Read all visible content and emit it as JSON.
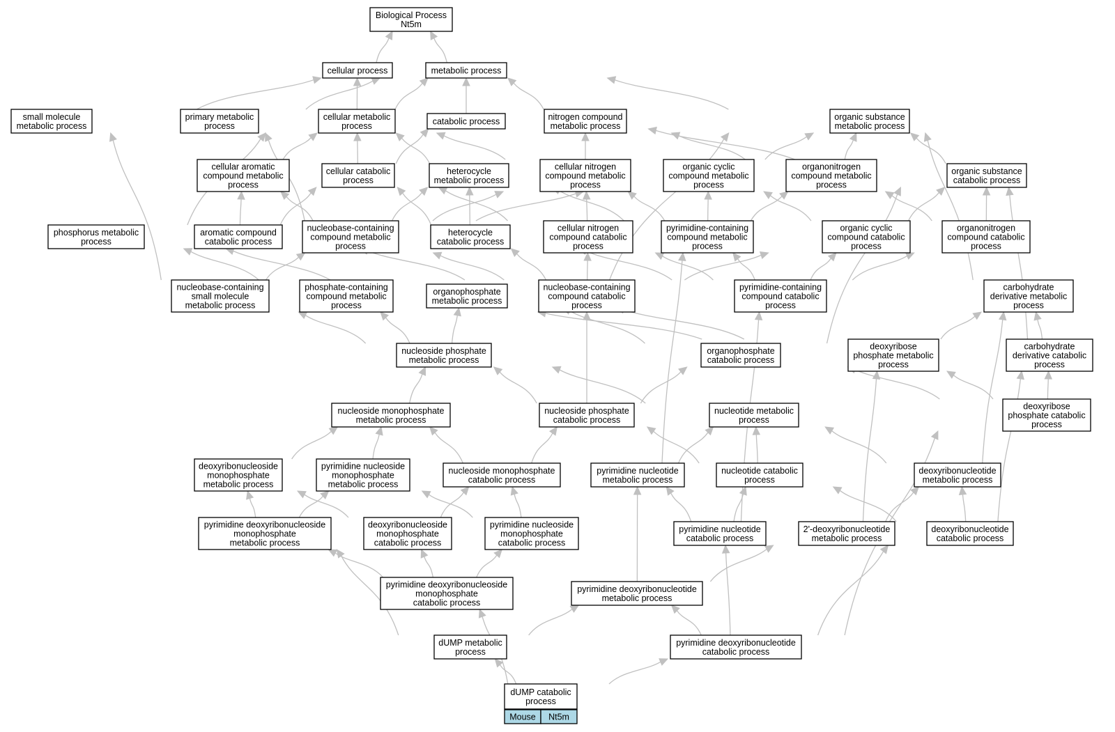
{
  "nodes": [
    {
      "id": "root",
      "lines": [
        "Biological Process",
        "Nt5m"
      ]
    },
    {
      "id": "cellular_process",
      "lines": [
        "cellular process"
      ]
    },
    {
      "id": "metabolic_process",
      "lines": [
        "metabolic process"
      ]
    },
    {
      "id": "small_molecule_mp",
      "lines": [
        "small molecule",
        "metabolic process"
      ]
    },
    {
      "id": "primary_mp",
      "lines": [
        "primary metabolic",
        "process"
      ]
    },
    {
      "id": "cellular_mp",
      "lines": [
        "cellular metabolic",
        "process"
      ]
    },
    {
      "id": "catabolic_process",
      "lines": [
        "catabolic process"
      ]
    },
    {
      "id": "nitrogen_compound_mp",
      "lines": [
        "nitrogen compound",
        "metabolic process"
      ]
    },
    {
      "id": "organic_substance_mp",
      "lines": [
        "organic substance",
        "metabolic process"
      ]
    },
    {
      "id": "cellular_aromatic_mp",
      "lines": [
        "cellular aromatic",
        "compound metabolic",
        "process"
      ]
    },
    {
      "id": "cellular_catabolic",
      "lines": [
        "cellular catabolic",
        "process"
      ]
    },
    {
      "id": "heterocycle_mp",
      "lines": [
        "heterocycle",
        "metabolic process"
      ]
    },
    {
      "id": "cellular_nitrogen_mp",
      "lines": [
        "cellular nitrogen",
        "compound metabolic",
        "process"
      ]
    },
    {
      "id": "organic_cyclic_mp",
      "lines": [
        "organic cyclic",
        "compound metabolic",
        "process"
      ]
    },
    {
      "id": "organonitrogen_mp",
      "lines": [
        "organonitrogen",
        "compound metabolic",
        "process"
      ]
    },
    {
      "id": "organic_substance_cp",
      "lines": [
        "organic substance",
        "catabolic process"
      ]
    },
    {
      "id": "phosphorus_mp",
      "lines": [
        "phosphorus metabolic",
        "process"
      ]
    },
    {
      "id": "aromatic_cp",
      "lines": [
        "aromatic compound",
        "catabolic process"
      ]
    },
    {
      "id": "nucleobase_cmp",
      "lines": [
        "nucleobase-containing",
        "compound metabolic",
        "process"
      ]
    },
    {
      "id": "heterocycle_cp",
      "lines": [
        "heterocycle",
        "catabolic process"
      ]
    },
    {
      "id": "cellular_nitrogen_cp",
      "lines": [
        "cellular nitrogen",
        "compound catabolic",
        "process"
      ]
    },
    {
      "id": "pyrimidine_cmp",
      "lines": [
        "pyrimidine-containing",
        "compound metabolic",
        "process"
      ]
    },
    {
      "id": "organic_cyclic_cp",
      "lines": [
        "organic cyclic",
        "compound catabolic",
        "process"
      ]
    },
    {
      "id": "organonitrogen_cp",
      "lines": [
        "organonitrogen",
        "compound catabolic",
        "process"
      ]
    },
    {
      "id": "nucleobase_smmp",
      "lines": [
        "nucleobase-containing",
        "small molecule",
        "metabolic process"
      ]
    },
    {
      "id": "phosphate_cmp",
      "lines": [
        "phosphate-containing",
        "compound metabolic",
        "process"
      ]
    },
    {
      "id": "organophosphate_mp",
      "lines": [
        "organophosphate",
        "metabolic process"
      ]
    },
    {
      "id": "nucleobase_ccp",
      "lines": [
        "nucleobase-containing",
        "compound catabolic",
        "process"
      ]
    },
    {
      "id": "pyrimidine_ccp",
      "lines": [
        "pyrimidine-containing",
        "compound catabolic",
        "process"
      ]
    },
    {
      "id": "carb_deriv_mp",
      "lines": [
        "carbohydrate",
        "derivative metabolic",
        "process"
      ]
    },
    {
      "id": "nucleoside_phosphate_mp",
      "lines": [
        "nucleoside phosphate",
        "metabolic process"
      ]
    },
    {
      "id": "organophosphate_cp",
      "lines": [
        "organophosphate",
        "catabolic process"
      ]
    },
    {
      "id": "deoxyribose_phosphate_mp",
      "lines": [
        "deoxyribose",
        "phosphate metabolic",
        "process"
      ]
    },
    {
      "id": "carb_deriv_cp",
      "lines": [
        "carbohydrate",
        "derivative catabolic",
        "process"
      ]
    },
    {
      "id": "nucleoside_monophosphate_mp",
      "lines": [
        "nucleoside monophosphate",
        "metabolic process"
      ]
    },
    {
      "id": "nucleoside_phosphate_cp",
      "lines": [
        "nucleoside phosphate",
        "catabolic process"
      ]
    },
    {
      "id": "nucleotide_mp",
      "lines": [
        "nucleotide metabolic",
        "process"
      ]
    },
    {
      "id": "deoxyribose_phosphate_cp",
      "lines": [
        "deoxyribose",
        "phosphate catabolic",
        "process"
      ]
    },
    {
      "id": "deoxyribonucleoside_mono_mp",
      "lines": [
        "deoxyribonucleoside",
        "monophosphate",
        "metabolic process"
      ]
    },
    {
      "id": "pyrimidine_nucleoside_mono_mp",
      "lines": [
        "pyrimidine nucleoside",
        "monophosphate",
        "metabolic process"
      ]
    },
    {
      "id": "nucleoside_mono_cp",
      "lines": [
        "nucleoside monophosphate",
        "catabolic process"
      ]
    },
    {
      "id": "pyrimidine_nucleotide_mp",
      "lines": [
        "pyrimidine nucleotide",
        "metabolic process"
      ]
    },
    {
      "id": "nucleotide_cp",
      "lines": [
        "nucleotide catabolic",
        "process"
      ]
    },
    {
      "id": "deoxyribonucleotide_mp",
      "lines": [
        "deoxyribonucleotide",
        "metabolic process"
      ]
    },
    {
      "id": "pyr_deoxynucleoside_mono_mp",
      "lines": [
        "pyrimidine deoxyribonucleoside",
        "monophosphate",
        "metabolic process"
      ]
    },
    {
      "id": "deoxyribonucleoside_mono_cp",
      "lines": [
        "deoxyribonucleoside",
        "monophosphate",
        "catabolic process"
      ]
    },
    {
      "id": "pyrimidine_nucleoside_mono_cp",
      "lines": [
        "pyrimidine nucleoside",
        "monophosphate",
        "catabolic process"
      ]
    },
    {
      "id": "pyrimidine_nucleotide_cp",
      "lines": [
        "pyrimidine nucleotide",
        "catabolic process"
      ]
    },
    {
      "id": "deoxyribonucleotide_2_mp",
      "lines": [
        "2'-deoxyribonucleotide",
        "metabolic process"
      ]
    },
    {
      "id": "deoxyribonucleotide_cp",
      "lines": [
        "deoxyribonucleotide",
        "catabolic process"
      ]
    },
    {
      "id": "pyr_deoxynucleoside_mono_cp",
      "lines": [
        "pyrimidine deoxyribonucleoside",
        "monophosphate",
        "catabolic process"
      ]
    },
    {
      "id": "pyr_deoxynucleotide_mp",
      "lines": [
        "pyrimidine deoxyribonucleotide",
        "metabolic process"
      ]
    },
    {
      "id": "dump_mp",
      "lines": [
        "dUMP metabolic",
        "process"
      ]
    },
    {
      "id": "pyr_deoxynucleotide_cp",
      "lines": [
        "pyrimidine deoxyribonucleotide",
        "catabolic process"
      ]
    },
    {
      "id": "dump_cp",
      "lines": [
        "dUMP catabolic",
        "process"
      ]
    }
  ],
  "annotation": {
    "species": "Mouse",
    "gene": "Nt5m"
  },
  "edges": [
    [
      "cellular_process",
      "root"
    ],
    [
      "metabolic_process",
      "root"
    ],
    [
      "small_molecule_mp",
      "metabolic_process"
    ],
    [
      "primary_mp",
      "metabolic_process"
    ],
    [
      "cellular_mp",
      "metabolic_process"
    ],
    [
      "cellular_mp",
      "cellular_process"
    ],
    [
      "catabolic_process",
      "metabolic_process"
    ],
    [
      "nitrogen_compound_mp",
      "metabolic_process"
    ],
    [
      "organic_substance_mp",
      "metabolic_process"
    ],
    [
      "cellular_aromatic_mp",
      "cellular_mp"
    ],
    [
      "cellular_catabolic",
      "cellular_mp"
    ],
    [
      "cellular_catabolic",
      "catabolic_process"
    ],
    [
      "heterocycle_mp",
      "cellular_mp"
    ],
    [
      "cellular_nitrogen_mp",
      "cellular_mp"
    ],
    [
      "cellular_nitrogen_mp",
      "nitrogen_compound_mp"
    ],
    [
      "organic_cyclic_mp",
      "organic_substance_mp"
    ],
    [
      "organonitrogen_mp",
      "organic_substance_mp"
    ],
    [
      "organonitrogen_mp",
      "nitrogen_compound_mp"
    ],
    [
      "organic_substance_cp",
      "organic_substance_mp"
    ],
    [
      "organic_substance_cp",
      "catabolic_process"
    ],
    [
      "phosphorus_mp",
      "cellular_mp"
    ],
    [
      "aromatic_cp",
      "cellular_aromatic_mp"
    ],
    [
      "aromatic_cp",
      "cellular_catabolic"
    ],
    [
      "nucleobase_cmp",
      "cellular_aromatic_mp"
    ],
    [
      "nucleobase_cmp",
      "heterocycle_mp"
    ],
    [
      "nucleobase_cmp",
      "cellular_nitrogen_mp"
    ],
    [
      "nucleobase_cmp",
      "organic_cyclic_mp"
    ],
    [
      "nucleobase_cmp",
      "primary_mp"
    ],
    [
      "heterocycle_cp",
      "heterocycle_mp"
    ],
    [
      "heterocycle_cp",
      "cellular_catabolic"
    ],
    [
      "cellular_nitrogen_cp",
      "cellular_nitrogen_mp"
    ],
    [
      "cellular_nitrogen_cp",
      "cellular_catabolic"
    ],
    [
      "pyrimidine_cmp",
      "heterocycle_mp"
    ],
    [
      "pyrimidine_cmp",
      "cellular_nitrogen_mp"
    ],
    [
      "pyrimidine_cmp",
      "organic_cyclic_mp"
    ],
    [
      "pyrimidine_cmp",
      "organonitrogen_mp"
    ],
    [
      "organic_cyclic_cp",
      "organic_cyclic_mp"
    ],
    [
      "organic_cyclic_cp",
      "organic_substance_cp"
    ],
    [
      "organonitrogen_cp",
      "organonitrogen_mp"
    ],
    [
      "organonitrogen_cp",
      "organic_substance_cp"
    ],
    [
      "nucleobase_smmp",
      "nucleobase_cmp"
    ],
    [
      "nucleobase_smmp",
      "small_molecule_mp"
    ],
    [
      "phosphate_cmp",
      "phosphorus_mp"
    ],
    [
      "organophosphate_mp",
      "phosphorus_mp"
    ],
    [
      "organophosphate_mp",
      "organic_substance_mp"
    ],
    [
      "nucleobase_ccp",
      "nucleobase_cmp"
    ],
    [
      "nucleobase_ccp",
      "heterocycle_cp"
    ],
    [
      "nucleobase_ccp",
      "cellular_nitrogen_cp"
    ],
    [
      "nucleobase_ccp",
      "organic_cyclic_cp"
    ],
    [
      "nucleobase_ccp",
      "aromatic_cp"
    ],
    [
      "pyrimidine_ccp",
      "pyrimidine_cmp"
    ],
    [
      "pyrimidine_ccp",
      "heterocycle_cp"
    ],
    [
      "pyrimidine_ccp",
      "cellular_nitrogen_cp"
    ],
    [
      "pyrimidine_ccp",
      "organic_cyclic_cp"
    ],
    [
      "pyrimidine_ccp",
      "organonitrogen_cp"
    ],
    [
      "carb_deriv_mp",
      "organic_substance_mp"
    ],
    [
      "nucleoside_phosphate_mp",
      "nucleobase_smmp"
    ],
    [
      "nucleoside_phosphate_mp",
      "phosphate_cmp"
    ],
    [
      "nucleoside_phosphate_mp",
      "organophosphate_mp"
    ],
    [
      "organophosphate_cp",
      "organophosphate_mp"
    ],
    [
      "organophosphate_cp",
      "organic_substance_cp"
    ],
    [
      "deoxyribose_phosphate_mp",
      "carb_deriv_mp"
    ],
    [
      "deoxyribose_phosphate_mp",
      "organophosphate_mp"
    ],
    [
      "deoxyribose_phosphate_mp",
      "phosphate_cmp"
    ],
    [
      "carb_deriv_cp",
      "carb_deriv_mp"
    ],
    [
      "carb_deriv_cp",
      "organic_substance_cp"
    ],
    [
      "nucleoside_monophosphate_mp",
      "nucleoside_phosphate_mp"
    ],
    [
      "nucleoside_phosphate_cp",
      "nucleoside_phosphate_mp"
    ],
    [
      "nucleoside_phosphate_cp",
      "nucleobase_ccp"
    ],
    [
      "nucleoside_phosphate_cp",
      "organophosphate_cp"
    ],
    [
      "nucleotide_mp",
      "nucleoside_phosphate_mp"
    ],
    [
      "deoxyribose_phosphate_cp",
      "deoxyribose_phosphate_mp"
    ],
    [
      "deoxyribose_phosphate_cp",
      "carb_deriv_cp"
    ],
    [
      "deoxyribose_phosphate_cp",
      "organophosphate_cp"
    ],
    [
      "deoxyribonucleoside_mono_mp",
      "nucleoside_monophosphate_mp"
    ],
    [
      "pyrimidine_nucleoside_mono_mp",
      "nucleoside_monophosphate_mp"
    ],
    [
      "nucleoside_mono_cp",
      "nucleoside_monophosphate_mp"
    ],
    [
      "nucleoside_mono_cp",
      "nucleoside_phosphate_cp"
    ],
    [
      "pyrimidine_nucleotide_mp",
      "nucleotide_mp"
    ],
    [
      "pyrimidine_nucleotide_mp",
      "pyrimidine_cmp"
    ],
    [
      "nucleotide_cp",
      "nucleotide_mp"
    ],
    [
      "nucleotide_cp",
      "nucleoside_phosphate_cp"
    ],
    [
      "deoxyribonucleotide_mp",
      "nucleotide_mp"
    ],
    [
      "deoxyribonucleotide_mp",
      "carb_deriv_mp"
    ],
    [
      "pyr_deoxynucleoside_mono_mp",
      "deoxyribonucleoside_mono_mp"
    ],
    [
      "pyr_deoxynucleoside_mono_mp",
      "pyrimidine_nucleoside_mono_mp"
    ],
    [
      "deoxyribonucleoside_mono_cp",
      "deoxyribonucleoside_mono_mp"
    ],
    [
      "deoxyribonucleoside_mono_cp",
      "nucleoside_mono_cp"
    ],
    [
      "pyrimidine_nucleoside_mono_cp",
      "pyrimidine_nucleoside_mono_mp"
    ],
    [
      "pyrimidine_nucleoside_mono_cp",
      "nucleoside_mono_cp"
    ],
    [
      "pyrimidine_nucleotide_cp",
      "pyrimidine_nucleotide_mp"
    ],
    [
      "pyrimidine_nucleotide_cp",
      "nucleotide_cp"
    ],
    [
      "pyrimidine_nucleotide_cp",
      "pyrimidine_ccp"
    ],
    [
      "deoxyribonucleotide_2_mp",
      "deoxyribonucleotide_mp"
    ],
    [
      "deoxyribonucleotide_2_mp",
      "deoxyribose_phosphate_mp"
    ],
    [
      "deoxyribonucleotide_cp",
      "deoxyribonucleotide_mp"
    ],
    [
      "deoxyribonucleotide_cp",
      "nucleotide_cp"
    ],
    [
      "deoxyribonucleotide_cp",
      "carb_deriv_cp"
    ],
    [
      "pyr_deoxynucleoside_mono_cp",
      "pyr_deoxynucleoside_mono_mp"
    ],
    [
      "pyr_deoxynucleoside_mono_cp",
      "deoxyribonucleoside_mono_cp"
    ],
    [
      "pyr_deoxynucleoside_mono_cp",
      "pyrimidine_nucleoside_mono_cp"
    ],
    [
      "pyr_deoxynucleotide_mp",
      "pyrimidine_nucleotide_mp"
    ],
    [
      "pyr_deoxynucleotide_mp",
      "deoxyribonucleotide_2_mp"
    ],
    [
      "dump_mp",
      "pyr_deoxynucleoside_mono_mp"
    ],
    [
      "dump_mp",
      "pyr_deoxynucleotide_mp"
    ],
    [
      "pyr_deoxynucleotide_cp",
      "pyr_deoxynucleotide_mp"
    ],
    [
      "pyr_deoxynucleotide_cp",
      "pyrimidine_nucleotide_cp"
    ],
    [
      "pyr_deoxynucleotide_cp",
      "deoxyribonucleotide_cp"
    ],
    [
      "pyr_deoxynucleotide_cp",
      "deoxyribose_phosphate_cp"
    ],
    [
      "dump_cp",
      "dump_mp"
    ],
    [
      "dump_cp",
      "pyr_deoxynucleoside_mono_cp"
    ],
    [
      "dump_cp",
      "pyr_deoxynucleotide_cp"
    ]
  ]
}
